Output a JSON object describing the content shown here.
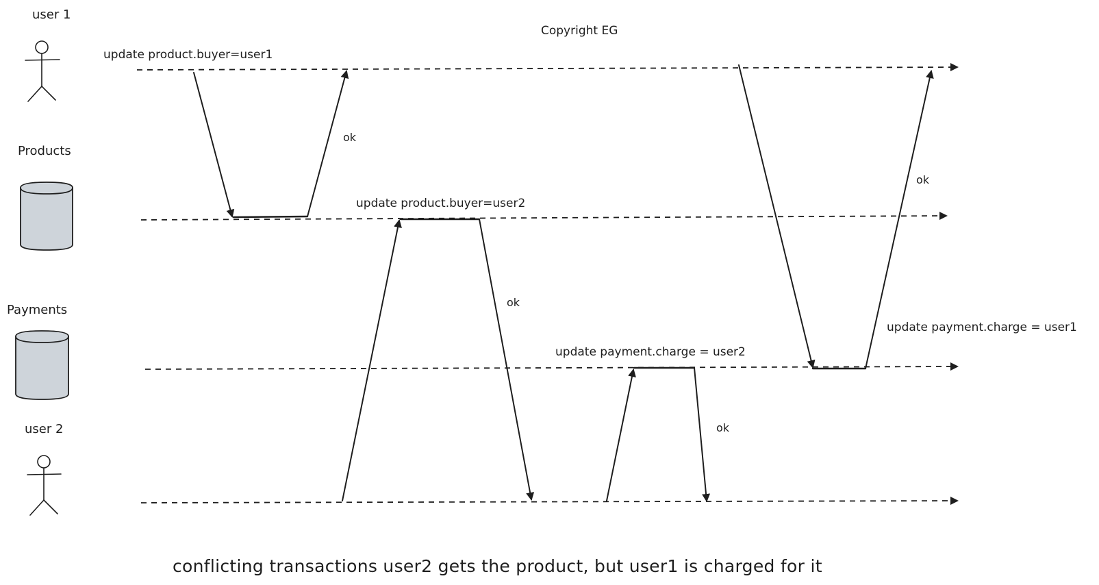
{
  "copyright": "Copyright EG",
  "actors": {
    "user1": "user 1",
    "products": "Products",
    "payments": "Payments",
    "user2": "user 2"
  },
  "messages": {
    "update_buyer_user1": "update product.buyer=user1",
    "update_buyer_user2": "update product.buyer=user2",
    "update_charge_user2": "update payment.charge = user2",
    "update_charge_user1": "update payment.charge = user1",
    "ok_products_to_user1": "ok",
    "ok_products_to_user2": "ok",
    "ok_payments_to_user2": "ok",
    "ok_payments_to_user1": "ok"
  },
  "caption": "conflicting transactions user2 gets the product, but user1 is charged for it",
  "colors": {
    "stroke": "#1e1e1e",
    "db_fill": "#ced4da"
  }
}
